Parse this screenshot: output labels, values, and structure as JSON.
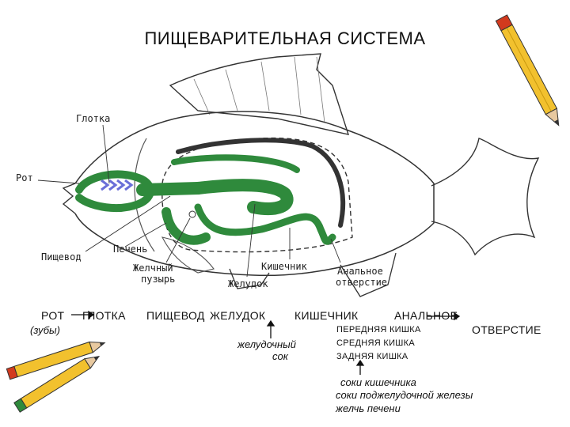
{
  "title": "ПИЩЕВАРИТЕЛЬНАЯ СИСТЕМА",
  "labels": {
    "pharynx": "Глотка",
    "mouth": "Рот",
    "esophagus": "Пищевод",
    "liver": "Печень",
    "gallbladder_1": "Желчный",
    "gallbladder_2": "пузырь",
    "intestine": "Кишечник",
    "stomach": "Желудок",
    "anus_1": "Анальное",
    "anus_2": "отверстие"
  },
  "flow": {
    "mouth": "РОТ",
    "teeth": "(зубы)",
    "pharynx": "ГЛОТКА",
    "esophagus": "ПИЩЕВОД",
    "stomach": "ЖЕЛУДОК",
    "intestine": "КИШЕЧНИК",
    "anus_1": "АНАЛЬНОЕ",
    "anus_2": "ОТВЕРСТИЕ",
    "gastric_juice_1": "желудочный",
    "gastric_juice_2": "сок",
    "front_gut": "ПЕРЕДНЯЯ КИШКА",
    "mid_gut": "СРЕДНЯЯ КИШКА",
    "hind_gut": "ЗАДНЯЯ КИШКА",
    "juice_1": "соки кишечника",
    "juice_2": "соки поджелудочной железы",
    "juice_3": "желчь печени"
  },
  "colors": {
    "organ_green": "#2f8a3c",
    "outline": "#333333",
    "gill_blue": "#6a6fd8",
    "pencil_yellow": "#f2c12e",
    "pencil_red": "#d23a1e"
  }
}
